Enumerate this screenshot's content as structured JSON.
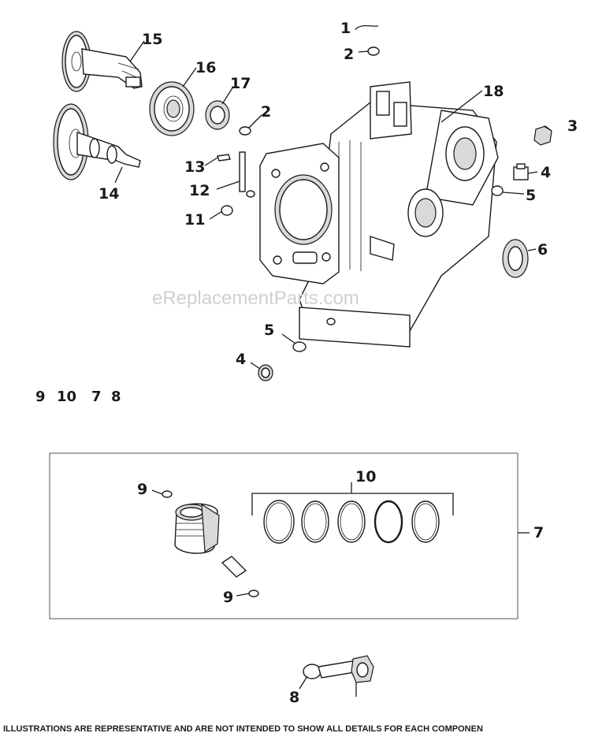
{
  "diagram": {
    "labels": {
      "p1": "1",
      "p2a": "2",
      "p2b": "2",
      "p3": "3",
      "p4a": "4",
      "p4b": "4",
      "p5a": "5",
      "p5b": "5",
      "p6": "6",
      "p7": "7",
      "p8": "8",
      "p9a": "9",
      "p9b": "9",
      "p10": "10",
      "p11": "11",
      "p12": "12",
      "p13": "13",
      "p14": "14",
      "p15": "15",
      "p16": "16",
      "p17": "17",
      "p18": "18"
    },
    "kit_sequence": [
      "9",
      "10",
      "7",
      "8"
    ],
    "watermark": "eReplacementParts.com",
    "footer": "ILLUSTRATIONS ARE REPRESENTATIVE AND ARE NOT INTENDED TO SHOW ALL DETAILS FOR EACH COMPONEN"
  }
}
